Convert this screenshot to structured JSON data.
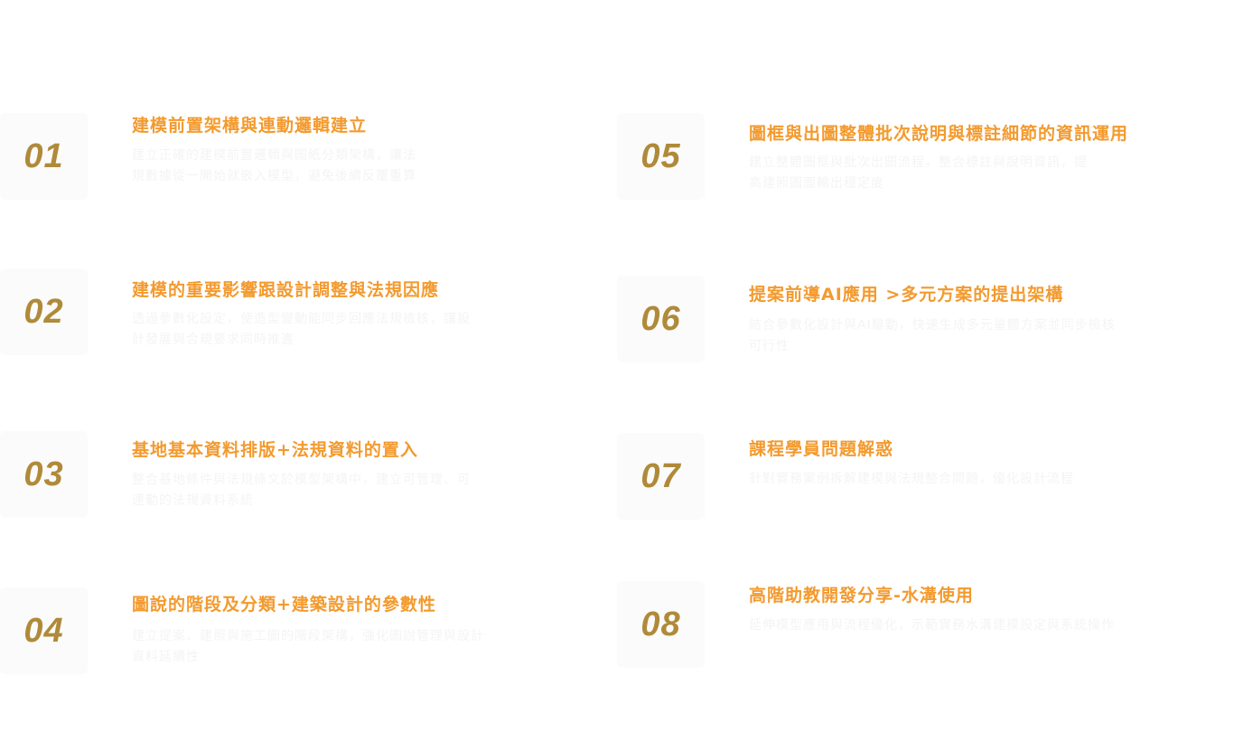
{
  "colors": {
    "title": "#f39a2e",
    "number": "#b08a3a",
    "box": "#fafbfa",
    "desc": "#f3f4f3"
  },
  "items": [
    {
      "number": "01",
      "title": "建模前置架構與連動邏輯建立",
      "desc": "建立正確的建模前置邏輯與圖紙分類架構，讓法規數據從一開始就嵌入模型，避免後續反覆重算"
    },
    {
      "number": "02",
      "title": "建模的重要影響跟設計調整與法規因應",
      "desc": "透過參數化設定，使造型變動能同步回應法規檢核，讓設計發展與合規要求同時推進"
    },
    {
      "number": "03",
      "title": "基地基本資料排版+法規資料的置入",
      "desc": "整合基地條件與法規條文於模型架構中，建立可管理、可連動的法規資料系統"
    },
    {
      "number": "04",
      "title": "圖說的階段及分類+建築設計的參數性",
      "desc": "建立提案、建照與施工圖的階段架構，強化圖說管理與設計資料延續性"
    },
    {
      "number": "05",
      "title": "圖框與出圖整體批次說明與標註細節的資訊運用",
      "desc": "建立整體圖框與批次出圖流程，整合標註與說明資訊，提高建照圖面輸出穩定度"
    },
    {
      "number": "06",
      "title": "提案前導AI應用 >多元方案的提出架構",
      "desc": "結合參數化設計與AI驅動，快速生成多元量體方案並同步檢核可行性"
    },
    {
      "number": "07",
      "title": "課程學員問題解惑",
      "desc": "針對實務案例拆解建模與法規整合問題，優化設計流程"
    },
    {
      "number": "08",
      "title": "高階助教開發分享-水溝使用",
      "desc": "延伸模型應用與流程優化，示範實務水溝建模設定與系統操作"
    }
  ]
}
